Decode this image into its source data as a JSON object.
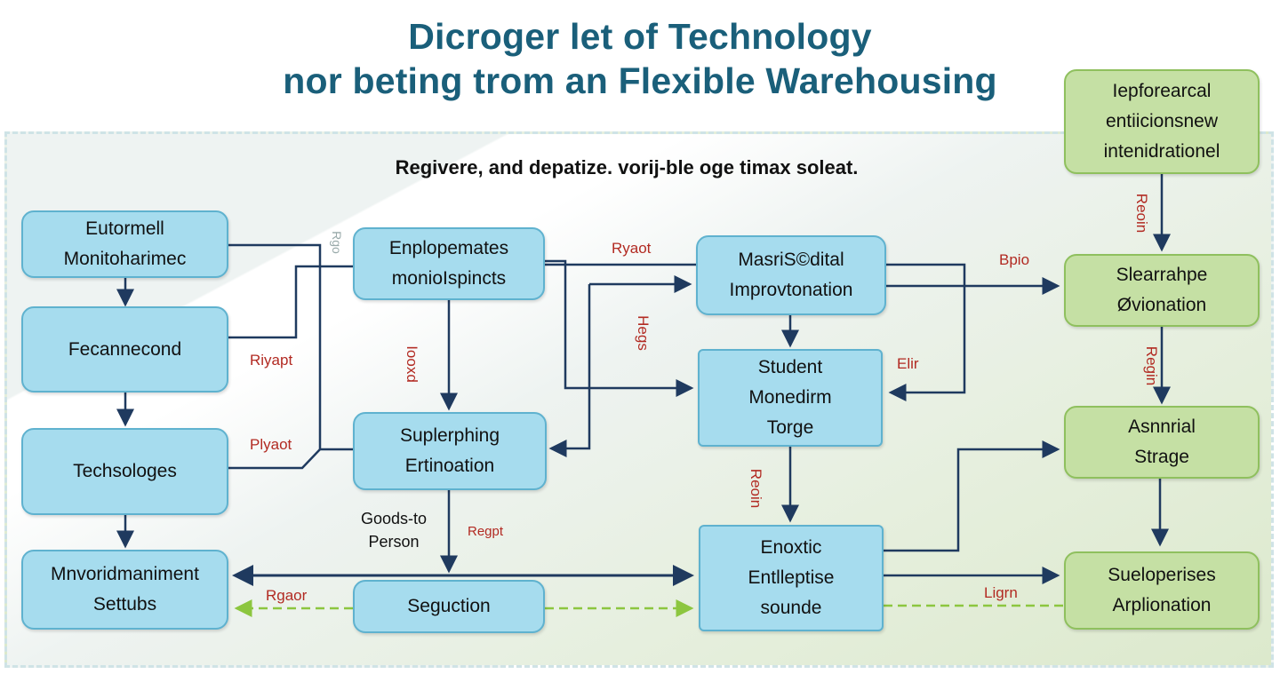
{
  "title": {
    "line1": "Dicroger let of Technology",
    "line2": "nor beting trom an Flexible Warehousing"
  },
  "subtitle": "Regivere, and depatize. vorij-ble oge timax soleat.",
  "nodes": {
    "n1": "Eutormell\nMonitoharimec",
    "n2": "Fecannecond",
    "n3": "Techsologes",
    "n4": "Mnvoridmaniment\nSettubs",
    "n5": "Enplopemates\nmonioIspincts",
    "n6": "Suplerphing\nErtinoation",
    "n7": "Seguction",
    "n8": "MasriS©dital\nImprovtonation",
    "n9": "Student\nMonedirm\nTorge",
    "n10": "Enoxtic\nEntlleptise\nsounde",
    "n11": "Iepforearcal\nentiicionsnew\nintenidrationel",
    "n12": "Slearrahpe\nØvionation",
    "n13": "Asnnrial\nStrage",
    "n14": "Sueloperises\nArplionation"
  },
  "edge_labels": {
    "ryaot": "Ryaot",
    "bpio": "Bpio",
    "riyapt": "Riyapt",
    "plyaot": "Plyaot",
    "elir": "Elir",
    "rgaor": "Rgaor",
    "ligrn": "Ligrn",
    "regpt": "Regpt",
    "iookd": "Iooxd",
    "hegs": "Hegs",
    "reoin_top": "Reoin",
    "regin_right": "Regin",
    "reoin_center": "Reoin",
    "rgo": "Rgo"
  },
  "goods_to_person": "Goods-to\nPerson",
  "colors": {
    "title": "#1a5f7a",
    "line": "#1f3a5f",
    "label": "#b22a22",
    "dashed": "#8cc63f"
  }
}
